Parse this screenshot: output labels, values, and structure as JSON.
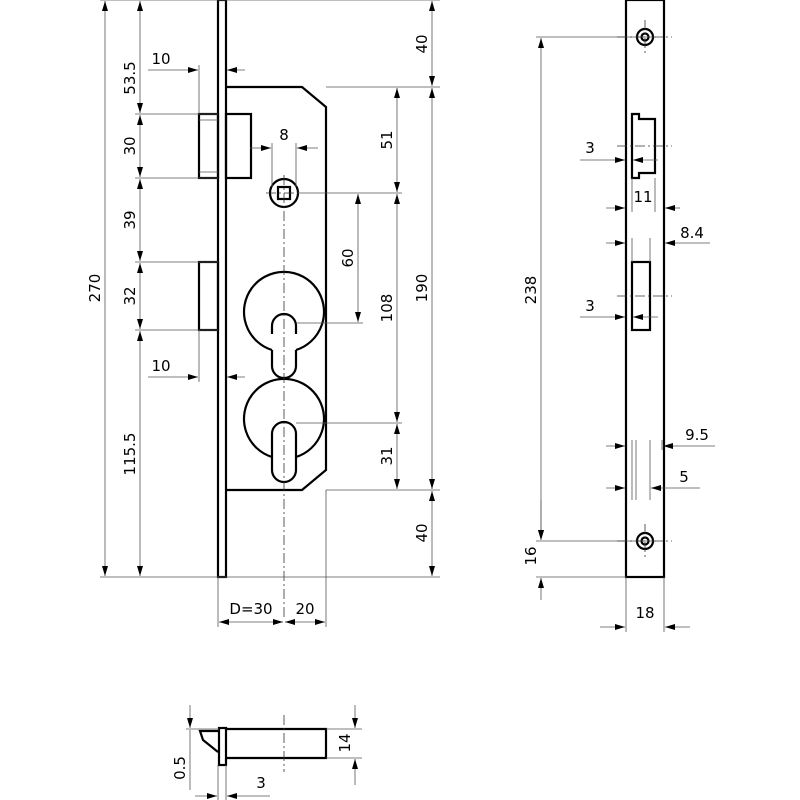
{
  "drawing": {
    "title": "Mortise lock dimensional drawing",
    "front_view": {
      "dims": {
        "total_height": "270",
        "top_to_latch": "53.5",
        "latch_height": "30",
        "latch_to_bolt": "39",
        "bolt_height": "32",
        "bolt_to_bottom": "115.5",
        "latch_projection": "10",
        "bolt_projection": "10",
        "spindle_square": "8",
        "top_offset": "40",
        "case_height": "190",
        "bottom_offset": "40",
        "top_to_spindle": "51",
        "spindle_to_cylinder2": "108",
        "cylinder2_to_bottom": "31",
        "spindle_to_cylinder1": "60",
        "backset": "D=30",
        "backset_to_edge": "20"
      }
    },
    "side_view": {
      "dims": {
        "screw_spacing": "238",
        "screw_to_bottom": "16",
        "plate_width": "18",
        "latch_offset": "3",
        "latch_width": "11",
        "slot_offset": "8.4",
        "bolt_offset": "3",
        "width_9_5": "9.5",
        "width_5": "5"
      }
    },
    "bottom_view": {
      "dims": {
        "plate_thickness": "0.5",
        "body_height": "14",
        "offset": "3"
      }
    }
  }
}
